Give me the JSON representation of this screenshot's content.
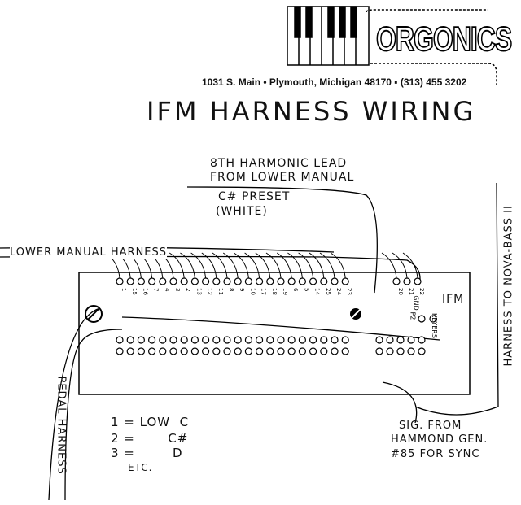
{
  "letterhead": {
    "brand": "ORGONICS",
    "address": "1031 S. Main",
    "city": "Plymouth, Michigan 48170",
    "phone": "(313) 455 3202"
  },
  "title": "IFM HARNESS WIRING",
  "labels": {
    "eighth_harmonic_line1": "8TH HARMONIC LEAD",
    "eighth_harmonic_line2": "FROM LOWER MANUAL",
    "preset_line1": "C# PRESET",
    "preset_line2": "(WHITE)",
    "lower_manual": "LOWER MANUAL HARNESS",
    "ifm": "IFM",
    "gnd": "GND",
    "p2": "P2",
    "keyers": "KEYERS",
    "nova_bass": "HARNESS TO NOVA-BASS II",
    "pedal": "PEDAL HARNESS",
    "sig_line1": "SIG. FROM",
    "sig_line2": "HAMMOND GEN.",
    "sig_line3": "#85 FOR SYNC"
  },
  "legend": {
    "row1": "1 = LOW  C",
    "row2": "2 =       C#",
    "row3": "3 =        D",
    "row4": "ETC."
  },
  "top_pins": [
    "1",
    "15",
    "16",
    "7",
    "4",
    "3",
    "2",
    "13",
    "12",
    "11",
    "8",
    "9",
    "10",
    "17",
    "18",
    "19",
    "6",
    "5",
    "14",
    "25",
    "24",
    "23"
  ],
  "right_pins": [
    "20",
    "21",
    "22"
  ]
}
